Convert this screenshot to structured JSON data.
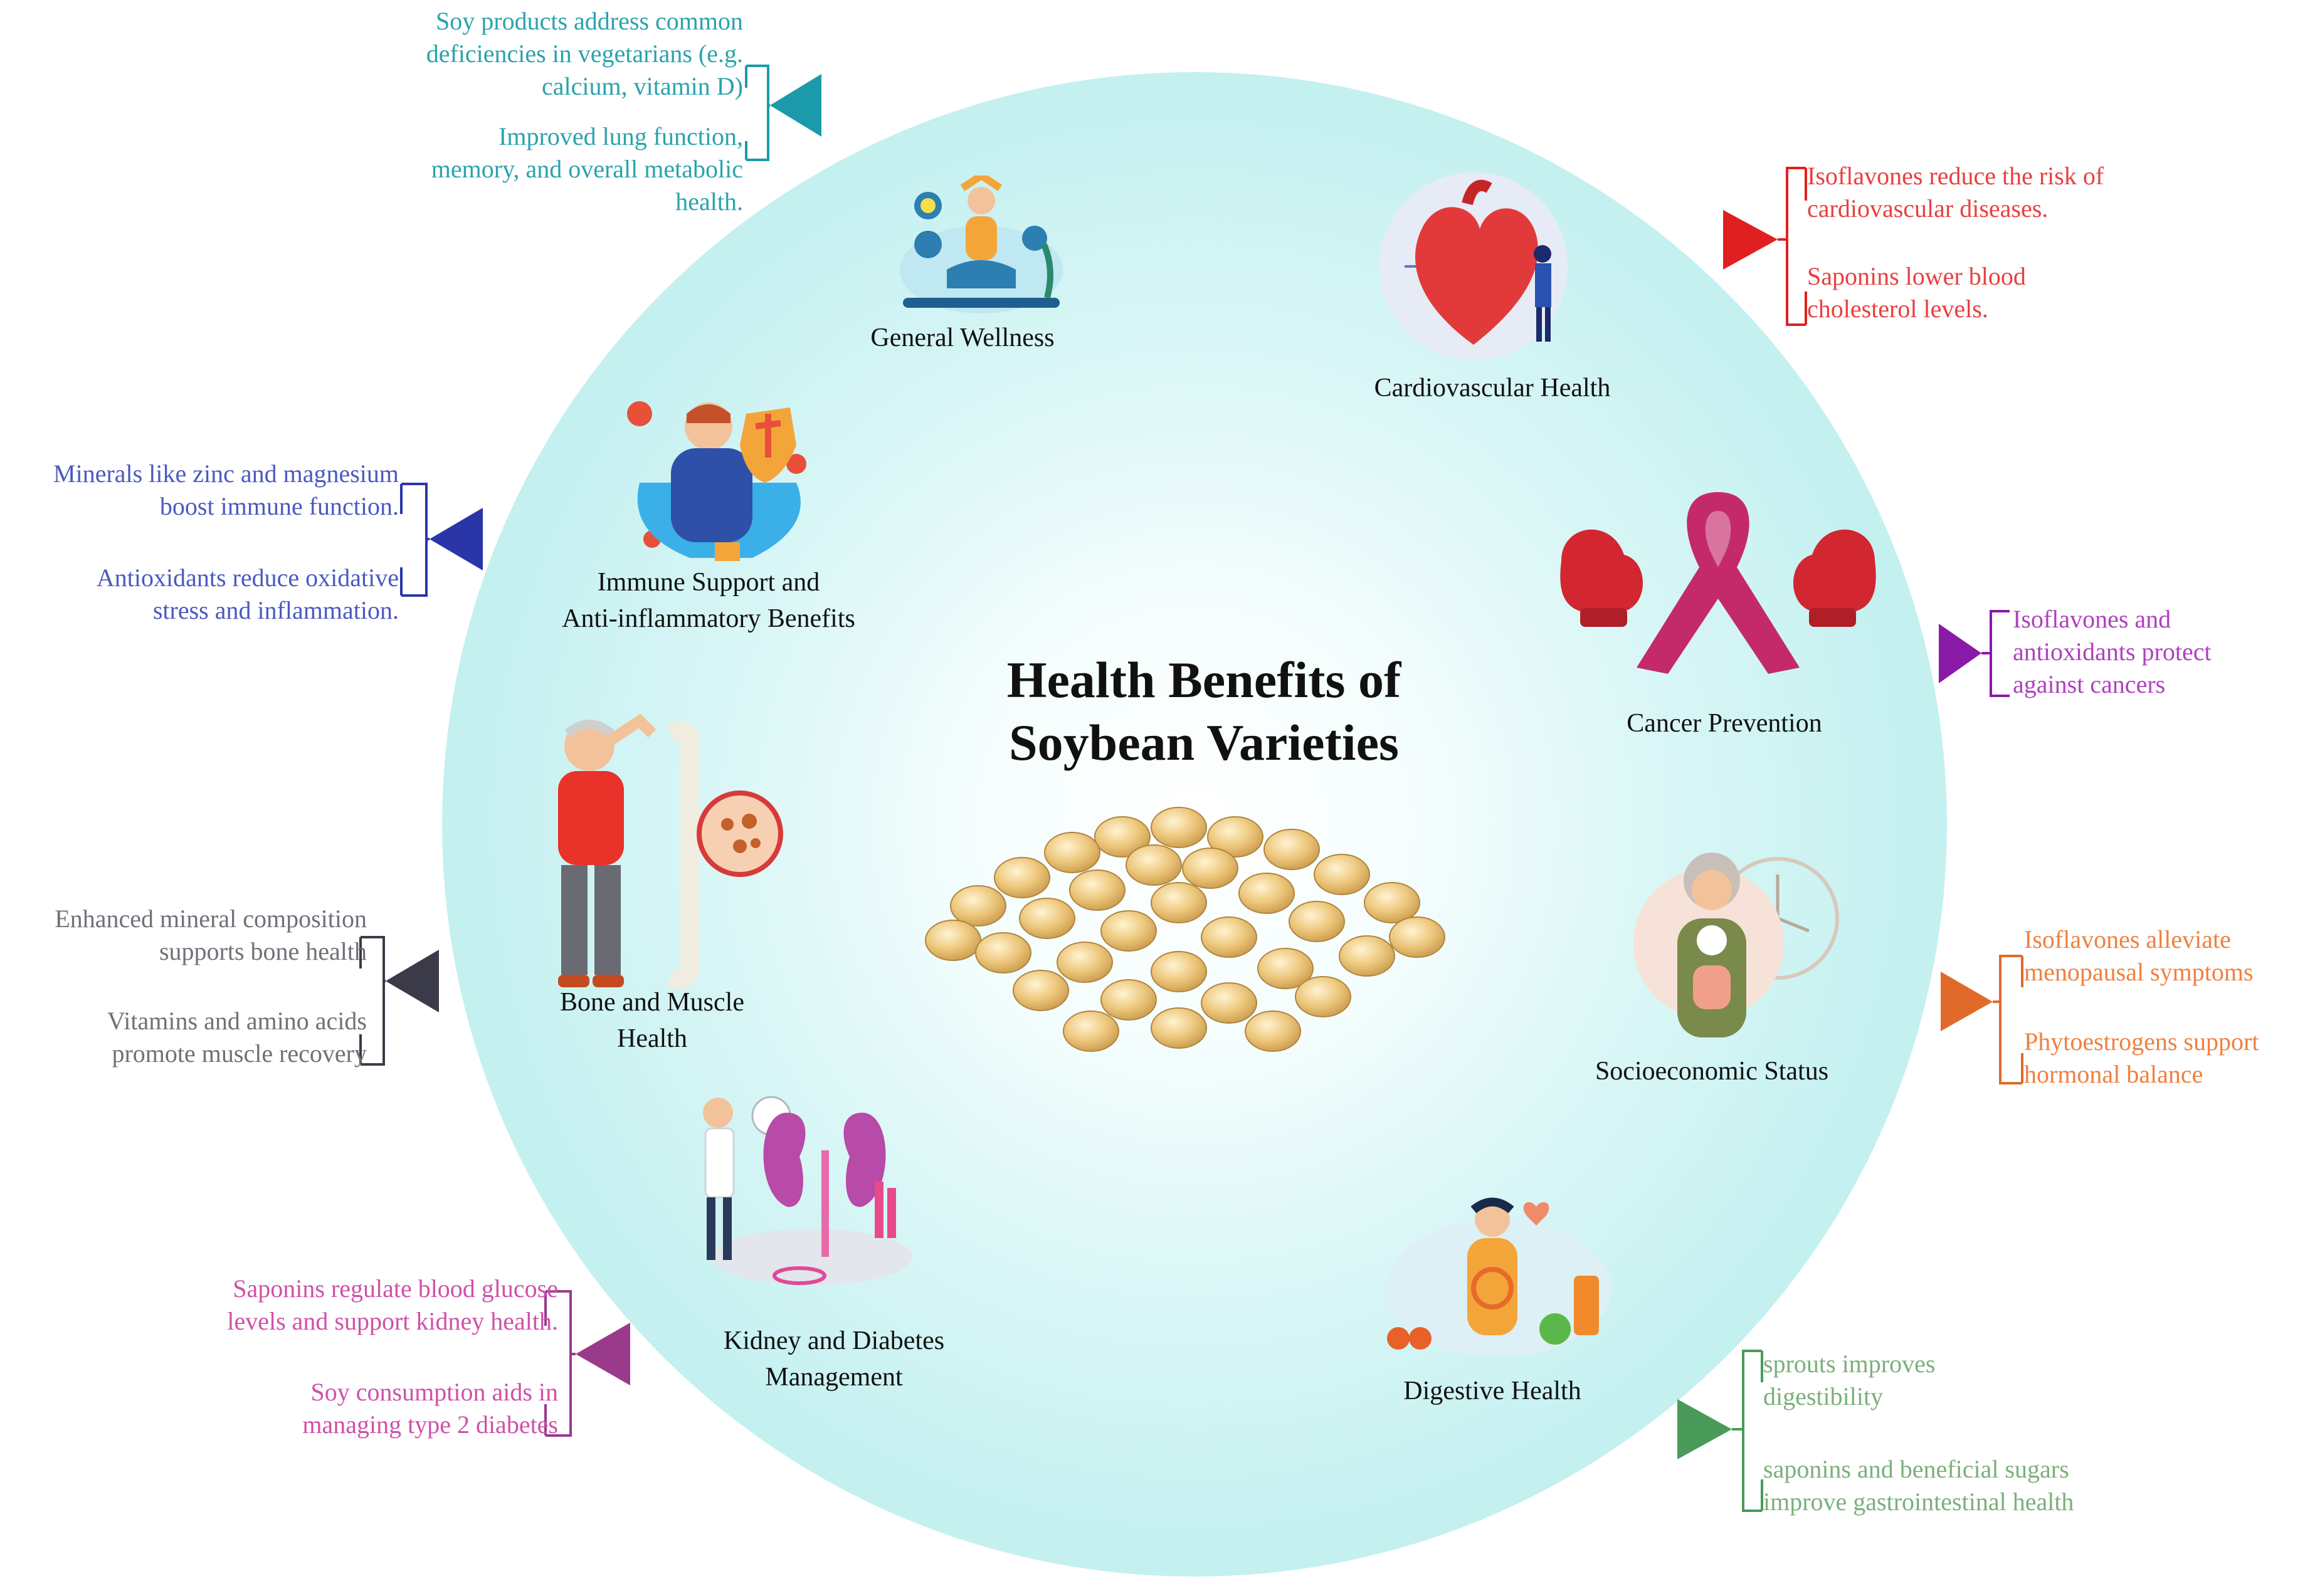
{
  "title_lines": [
    "Health Benefits of",
    "Soybean Varieties"
  ],
  "categories": {
    "general_wellness": {
      "label_lines": [
        "General Wellness"
      ],
      "color": "#1a9aaa"
    },
    "cardiovascular": {
      "label_lines": [
        "Cardiovascular Health"
      ],
      "color": "#e02020"
    },
    "immune": {
      "label_lines": [
        "Immune Support and",
        "Anti-inflammatory Benefits"
      ],
      "color": "#2a36a8"
    },
    "cancer": {
      "label_lines": [
        "Cancer Prevention"
      ],
      "color": "#8a1aa8"
    },
    "bone": {
      "label_lines": [
        "Bone and Muscle",
        "Health"
      ],
      "color": "#3a3a48"
    },
    "socioeconomic": {
      "label_lines": [
        "Socioeconomic Status"
      ],
      "color": "#e06a2a"
    },
    "kidney": {
      "label_lines": [
        "Kidney and Diabetes",
        "Management"
      ],
      "color": "#9a3a8a"
    },
    "digestive": {
      "label_lines": [
        "Digestive Health"
      ],
      "color": "#4a9a5a"
    }
  },
  "annotations": {
    "general_wellness": [
      [
        "Soy products address common",
        "deficiencies in vegetarians (e.g.",
        "calcium, vitamin D)"
      ],
      [
        "Improved lung function,",
        "memory, and overall metabolic",
        "health."
      ]
    ],
    "cardiovascular": [
      [
        "Isoflavones reduce the risk of",
        "cardiovascular diseases."
      ],
      [
        "Saponins lower blood",
        "cholesterol levels."
      ]
    ],
    "immune": [
      [
        "Minerals like zinc and magnesium",
        "boost immune function."
      ],
      [
        "Antioxidants reduce oxidative",
        "stress and inflammation."
      ]
    ],
    "cancer": [
      [
        "Isoflavones and",
        "antioxidants protect",
        "against cancers"
      ]
    ],
    "bone": [
      [
        "Enhanced mineral composition",
        "supports bone health"
      ],
      [
        "Vitamins and amino acids",
        "promote muscle recovery"
      ]
    ],
    "socioeconomic": [
      [
        "Isoflavones alleviate",
        "menopausal symptoms"
      ],
      [
        "Phytoestrogens support",
        "hormonal balance"
      ]
    ],
    "kidney": [
      [
        "Saponins regulate blood glucose",
        "levels and support kidney health."
      ],
      [
        "Soy consumption aids in",
        "managing type 2 diabetes"
      ]
    ],
    "digestive": [
      [
        "sprouts improves",
        "digestibility"
      ],
      [
        "saponins and beneficial sugars",
        "improve gastrointestinal health"
      ]
    ]
  },
  "icons": {
    "general_wellness": "meditation-person-icon",
    "cardiovascular": "heart-doctor-icon",
    "immune": "immune-shield-person-icon",
    "cancer": "ribbon-boxing-gloves-icon",
    "bone": "elderly-man-bone-icon",
    "socioeconomic": "elderly-woman-clock-icon",
    "kidney": "doctor-kidney-icon",
    "digestive": "woman-digestive-icon",
    "center": "soybeans-pile-icon"
  },
  "ann_colors": {
    "general_wellness": "#2aa3ac",
    "cardiovascular": "#e84040",
    "immune": "#4a5ac0",
    "cancer": "#b040c0",
    "bone": "#707078",
    "socioeconomic": "#f08040",
    "kidney": "#d050a8",
    "digestive": "#7ab07a"
  }
}
